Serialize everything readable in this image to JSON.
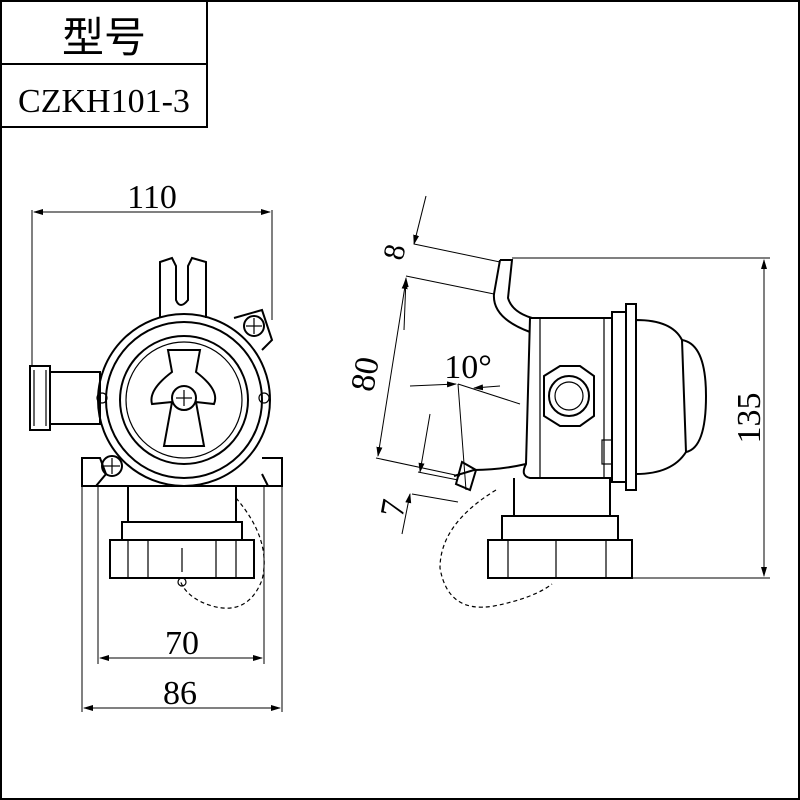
{
  "title_block": {
    "model_label": "型号",
    "model_value": "CZKH101-3"
  },
  "dimensions": {
    "front_width": "110",
    "front_base_inner": "70",
    "front_base_outer": "86",
    "side_height": "135",
    "side_top_offset": "8",
    "side_body_length": "80",
    "side_tilt_angle": "10°",
    "side_bottom_offset": "7"
  }
}
